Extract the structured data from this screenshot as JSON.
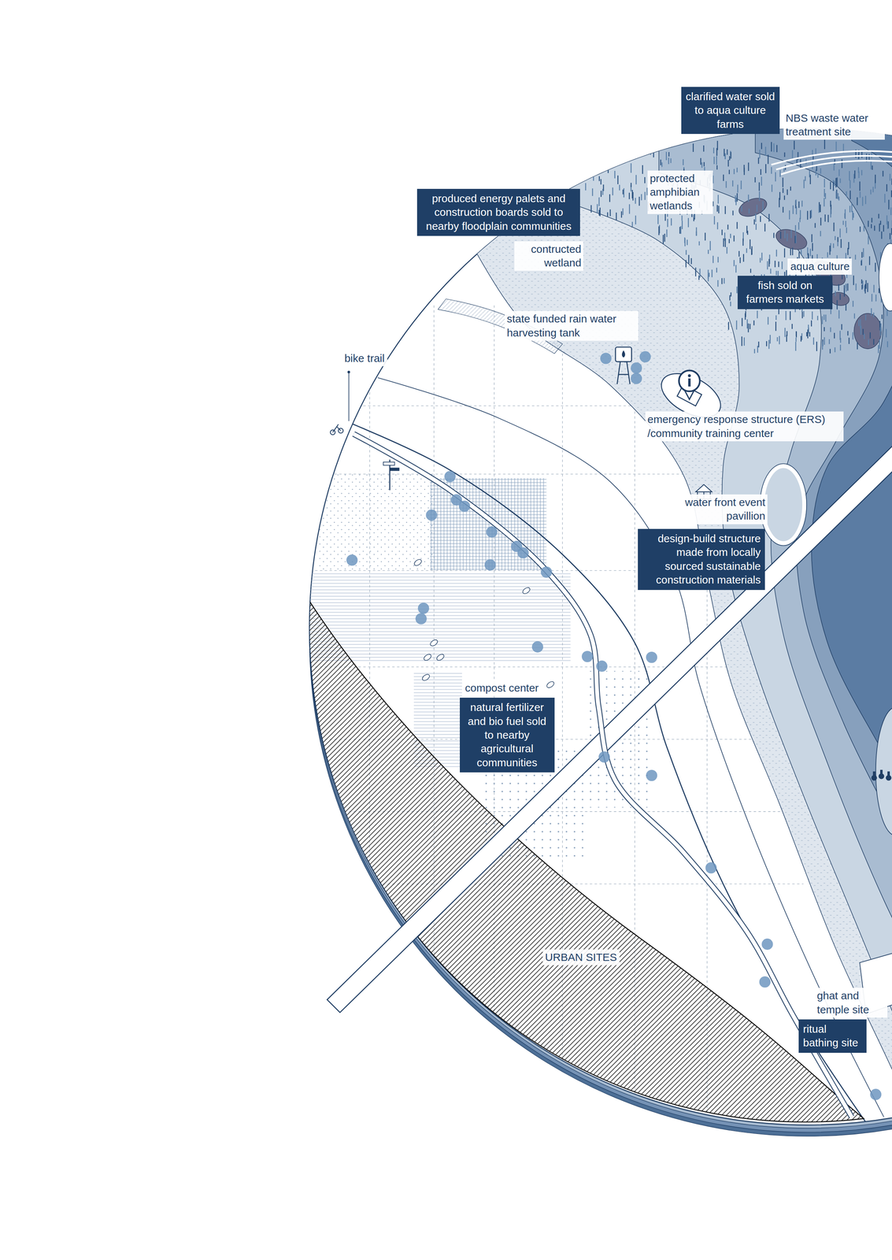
{
  "diagram": {
    "nodes": [
      {
        "text": [
          "NBS waste water treatment site",
          "clarified water sold to aqua culture farms"
        ]
      },
      {
        "text": [
          "produced energy palets and construction boards sold to nearby floodplain communities"
        ]
      },
      {
        "text": [
          "aqua culture",
          "fish sold on farmers markets"
        ]
      },
      {
        "text": [
          "water front event pavillion",
          "design-build structure made from locally sourced sustainable construction materials"
        ]
      },
      {
        "text": [
          "compost center",
          "natural fertilizer and bio fuel sold to nearby agricultural communities"
        ]
      },
      {
        "text": [
          "ghat and temple site",
          "ritual bathing site"
        ]
      }
    ],
    "labels": [
      "protected amphibian wetlands",
      "contructed wetland",
      "state funded rain water harvesting tank",
      "bike trail",
      "emergency response structure (ERS) /community training center",
      "URBAN SITES"
    ]
  }
}
